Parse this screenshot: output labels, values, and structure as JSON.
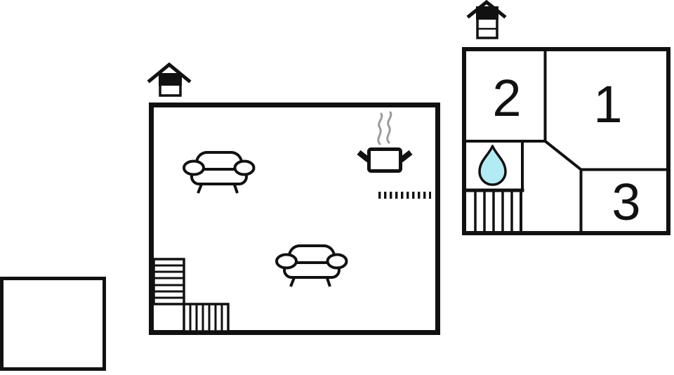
{
  "page": {
    "title": "Floor plan",
    "background": "#ffffff"
  },
  "colors": {
    "wall": "#111111",
    "room_fill": "#ffffff",
    "water_drop": "#b3ebf4",
    "steam": "#9a9a9a"
  },
  "annex": {
    "name": "annex-box"
  },
  "ground_floor": {
    "name": "ground-floor",
    "icons": [
      {
        "name": "chimney-icon"
      },
      {
        "name": "sofa-icon"
      },
      {
        "name": "sofa-icon"
      },
      {
        "name": "cooking-pot-icon"
      },
      {
        "name": "steam-icon"
      },
      {
        "name": "hob-dashes-icon"
      },
      {
        "name": "stairs-icon"
      }
    ]
  },
  "upper_floor": {
    "name": "upper-floor",
    "rooms": [
      {
        "label": "1"
      },
      {
        "label": "2"
      },
      {
        "label": "3"
      }
    ],
    "icons": [
      {
        "name": "chimney-icon"
      },
      {
        "name": "water-drop-icon"
      },
      {
        "name": "stairs-icon"
      }
    ]
  }
}
